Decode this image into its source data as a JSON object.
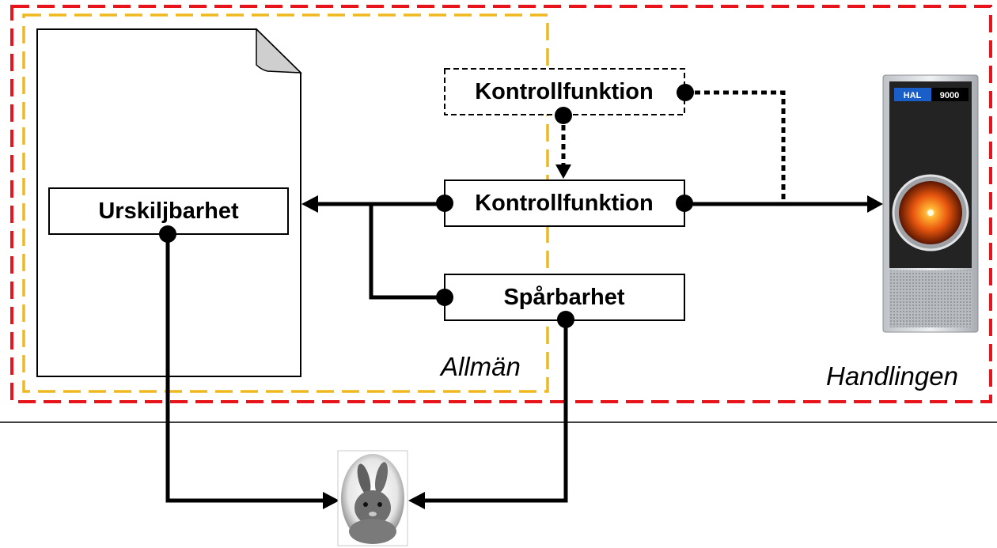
{
  "zones": {
    "outer_label": "Handlingen",
    "inner_label": "Allmän"
  },
  "boxes": {
    "top_control": "Kontrollfunktion",
    "mid_control": "Kontrollfunktion",
    "traceability": "Spårbarhet",
    "distinguishability": "Urskiljbarhet"
  },
  "hal": {
    "name": "HAL",
    "model": "9000"
  },
  "colors": {
    "outer_border": "#e8141c",
    "inner_border": "#f0b81e",
    "line": "#000000",
    "hal_lens": "#ff8c1a"
  }
}
